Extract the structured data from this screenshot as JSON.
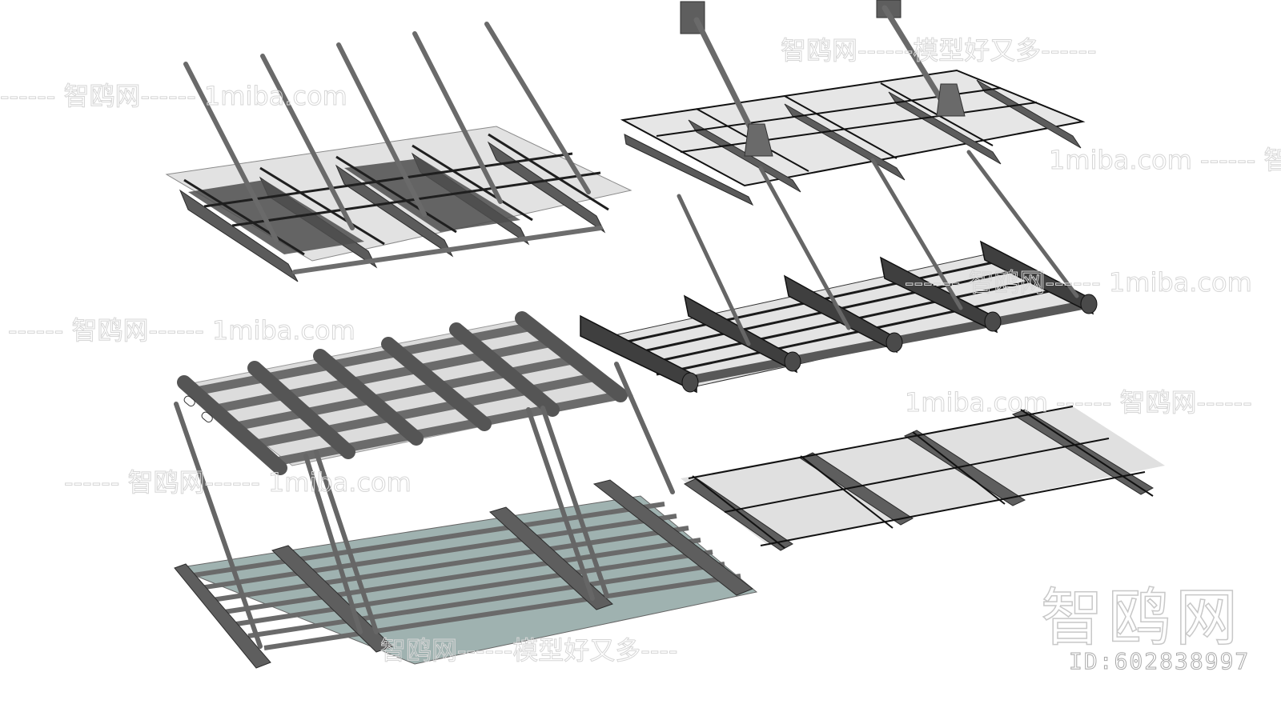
{
  "scene": {
    "description": "Six 3D-rendered glass canopy / awning models with steel brackets and tie rods",
    "background_color": "#ffffff",
    "colors": {
      "steel_dark": "#4a4a4a",
      "steel_mid": "#6b6b6b",
      "steel_light": "#8c8c8c",
      "glass": "#d9dcdc",
      "glass_teal": "#9fb0ae",
      "outline": "#1a1a1a"
    },
    "models": [
      {
        "id": "canopy-a",
        "label": "glass canopy with I-beam brackets and five tie rods",
        "position": "top-left"
      },
      {
        "id": "canopy-b",
        "label": "glass canopy with wall-plate tie rods",
        "position": "top-right"
      },
      {
        "id": "canopy-c",
        "label": "grid frame canopy with tubular purlins",
        "position": "middle-left"
      },
      {
        "id": "canopy-d",
        "label": "truss bracket canopy with glass panels",
        "position": "middle-right"
      },
      {
        "id": "canopy-e",
        "label": "louvered canopy with channel brackets",
        "position": "bottom-left"
      },
      {
        "id": "canopy-f",
        "label": "glass panel on I-beam joists with spider fittings",
        "position": "bottom-right"
      }
    ]
  },
  "watermarks": {
    "brand": "智鸥网",
    "slogan_line": "智鸥网------模型好又多------",
    "slogan_line_bottom": "智鸥网------模型好又多----",
    "url": "1miba.com",
    "brand_dash_url": "------ 智鸥网------ 1miba.com",
    "url_dash_brand": "1miba.com ------ 智鸥网------",
    "big_brand": "智鸥网",
    "id_label": "ID:602838997"
  }
}
